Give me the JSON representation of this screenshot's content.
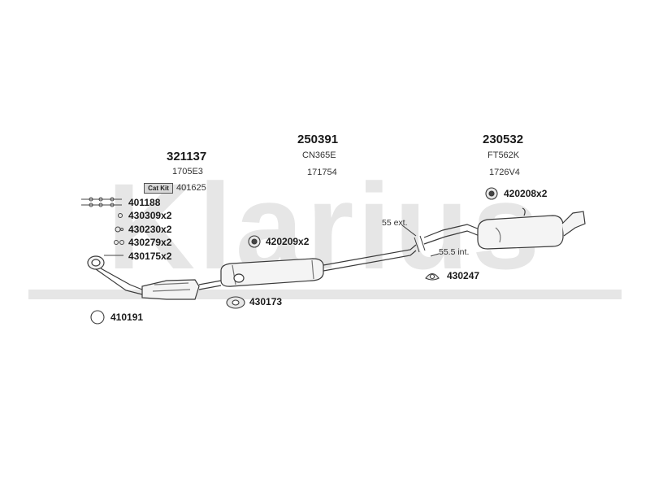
{
  "watermark": "Klarius",
  "assemblies": [
    {
      "part_number": "321137",
      "codes": [
        "1705E3"
      ]
    },
    {
      "part_number": "250391",
      "codes": [
        "CN365E",
        "171754"
      ]
    },
    {
      "part_number": "230532",
      "codes": [
        "FT562K",
        "1726V4"
      ]
    }
  ],
  "cat_kit": {
    "label": "Cat Kit",
    "code": "401625"
  },
  "fitting_list": [
    "401188",
    "430309x2",
    "430230x2",
    "430279x2",
    "430175x2"
  ],
  "parts": {
    "center_clamp": "420209x2",
    "rear_clamp": "420208x2",
    "front_gasket": "430173",
    "mount_rubber": "430247",
    "front_ring": "410191"
  },
  "pipe_notes": {
    "ext": "55 ext.",
    "int": "55.5 int."
  },
  "colors": {
    "watermark": "#e6e6e6",
    "line": "#3a3a3a",
    "fill": "#f4f4f4"
  }
}
